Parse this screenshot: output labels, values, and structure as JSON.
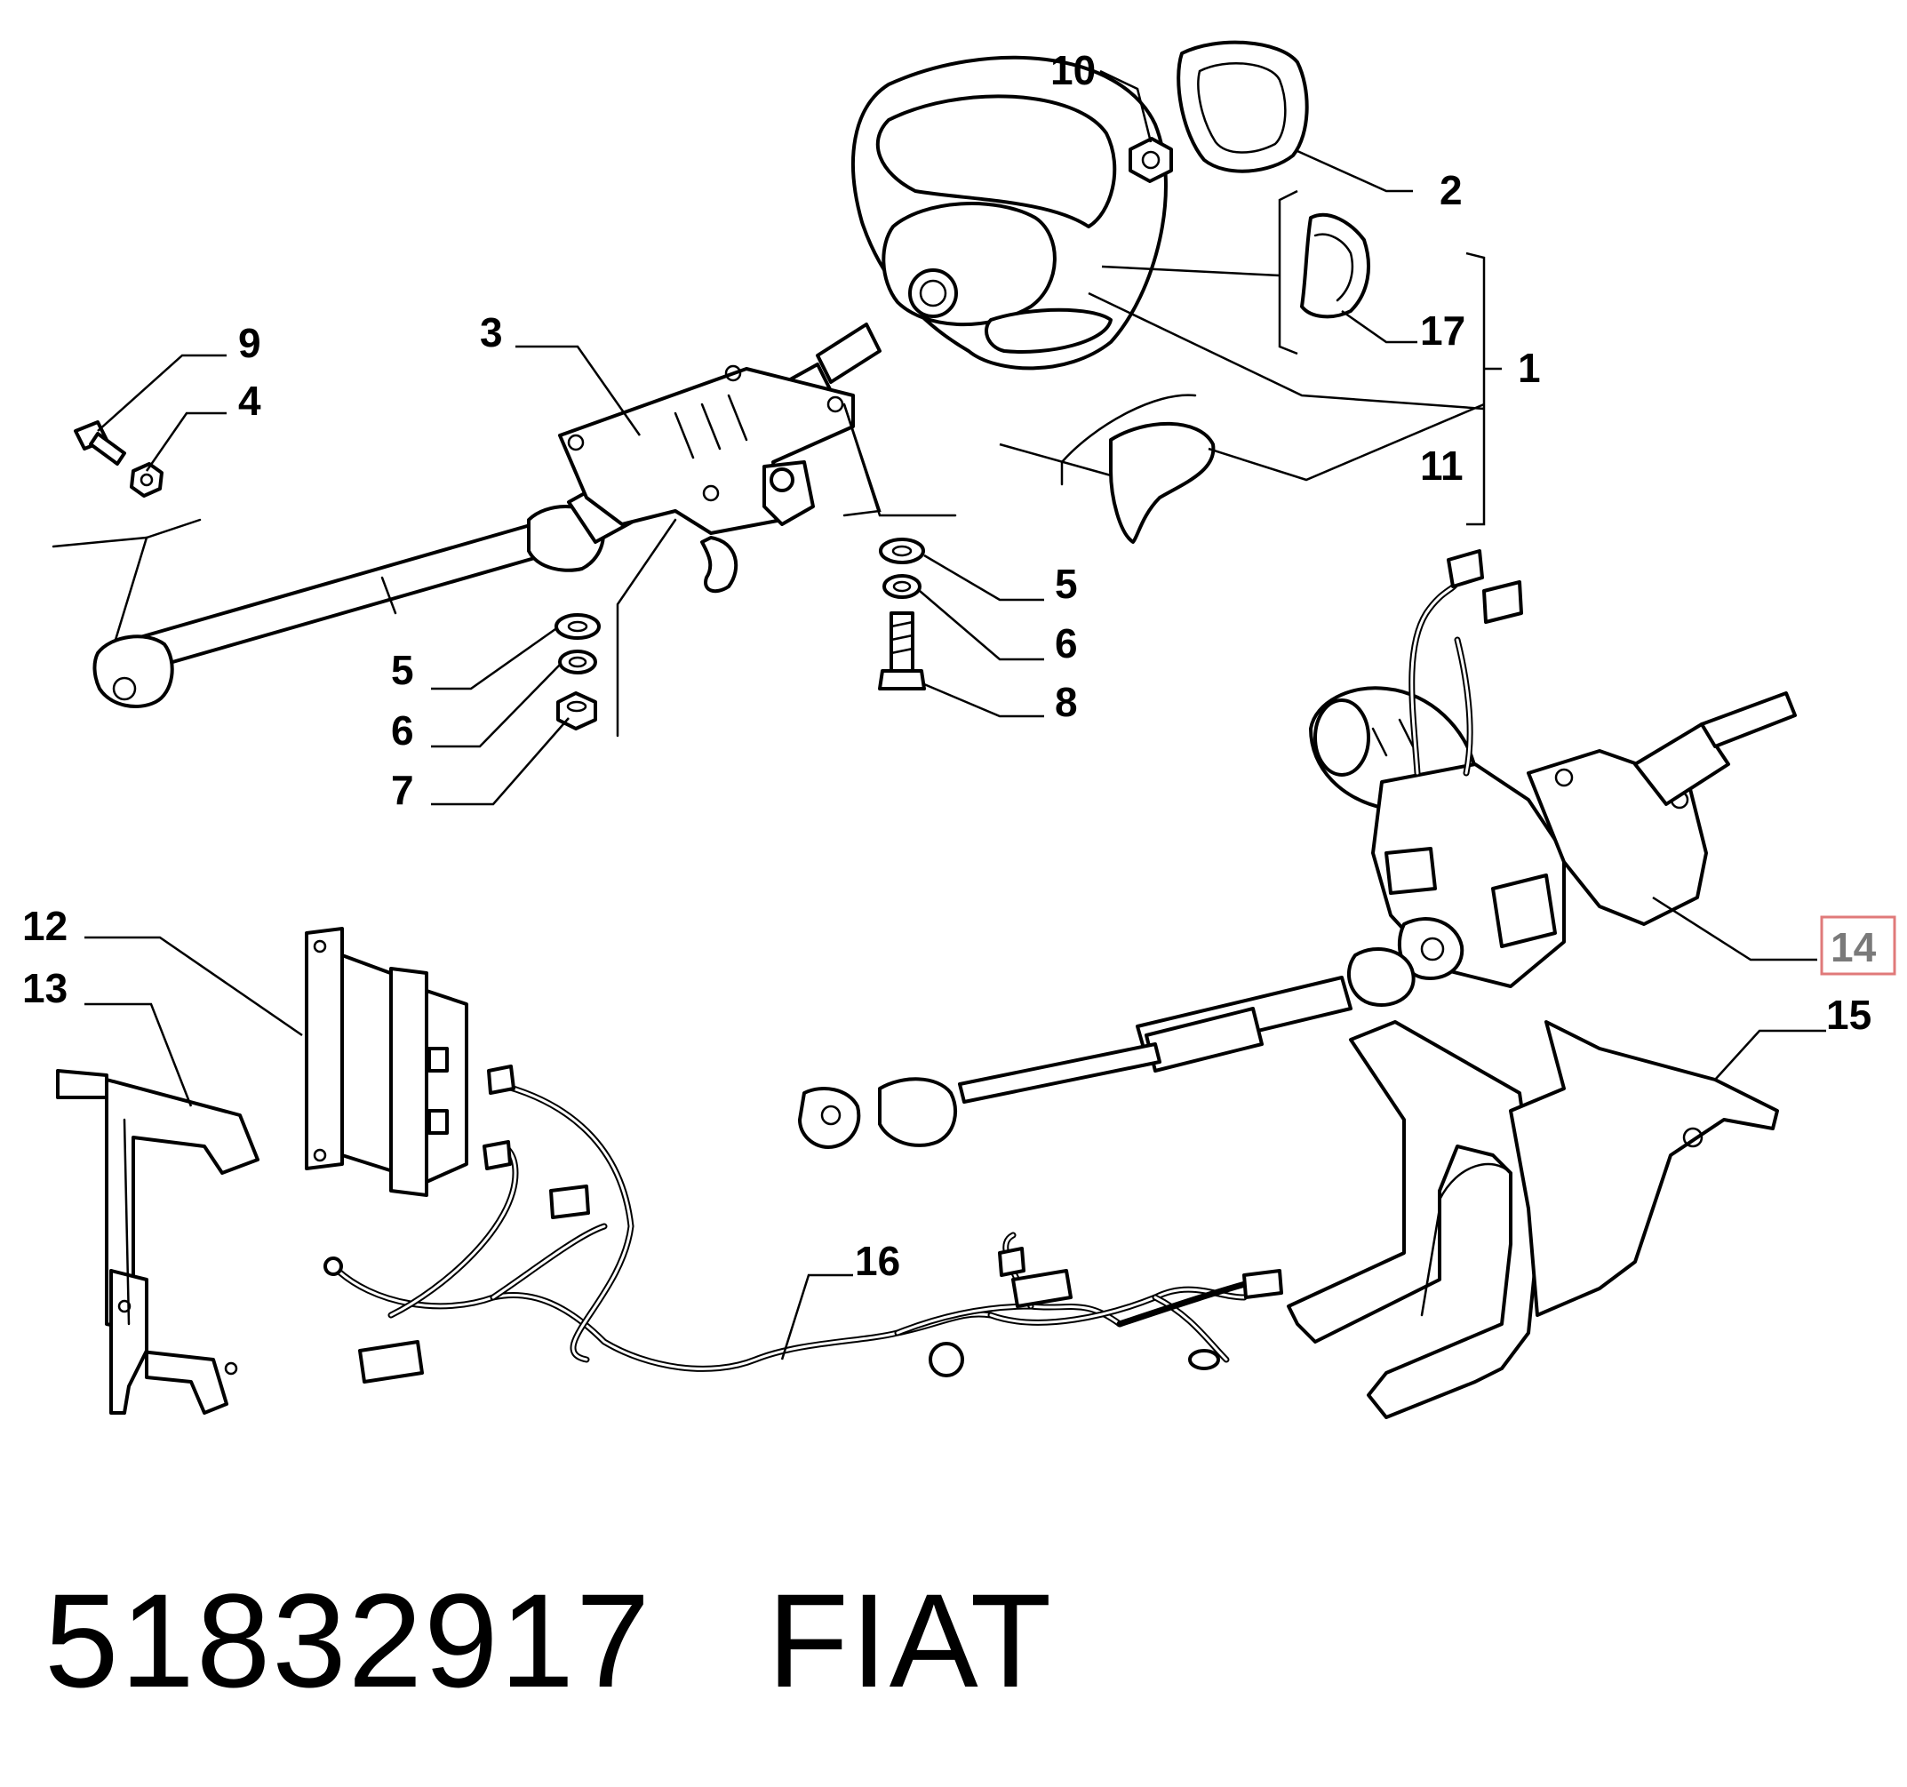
{
  "part_number": "51832917",
  "brand": "FIAT",
  "highlighted_callout": "14",
  "colors": {
    "ink": "#000000",
    "highlight_box": "#e07a7a",
    "highlight_text": "#7a7a7a"
  },
  "callouts": {
    "c1": "1",
    "c2": "2",
    "c3": "3",
    "c4": "4",
    "c5a": "5",
    "c5b": "5",
    "c6a": "6",
    "c6b": "6",
    "c7": "7",
    "c8": "8",
    "c9": "9",
    "c10": "10",
    "c11": "11",
    "c12": "12",
    "c13": "13",
    "c14": "14",
    "c15": "15",
    "c16": "16",
    "c17": "17"
  }
}
